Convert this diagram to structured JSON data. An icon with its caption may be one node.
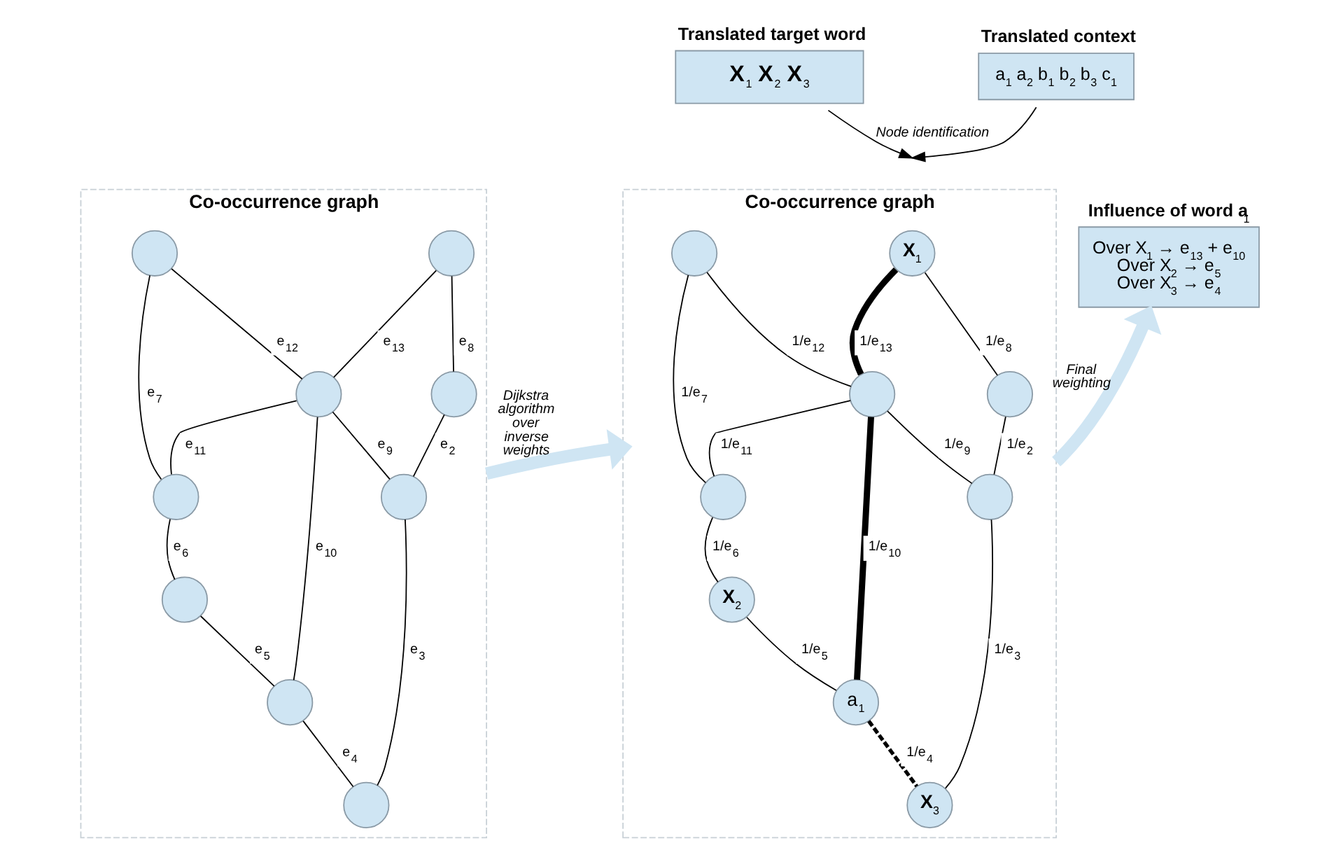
{
  "diagram": {
    "nodes": [
      {
        "text": [
          "Translated target word",
          "X$_{1}$ X$_{2}$ X$_{3}$"
        ]
      },
      {
        "text": [
          "Translated context",
          "a$_{1}$ a$_{2}$ b$_{1}$ b$_{2}$ b$_{3}$ c$_{1}$"
        ]
      },
      {
        "text": [
          "Co-occurrence graph"
        ]
      },
      {
        "text": [],
        "shape": "circle",
        "in": 2
      },
      {
        "text": [],
        "shape": "circle",
        "in": 2
      },
      {
        "text": [],
        "shape": "circle",
        "in": 2
      },
      {
        "text": [],
        "shape": "circle",
        "in": 2
      },
      {
        "text": [],
        "shape": "circle",
        "in": 2
      },
      {
        "text": [],
        "shape": "circle",
        "in": 2
      },
      {
        "text": [],
        "shape": "circle",
        "in": 2
      },
      {
        "text": [],
        "shape": "circle",
        "in": 2
      },
      {
        "text": [],
        "shape": "circle",
        "in": 2
      },
      {
        "text": [
          "Co-occurrence graph"
        ]
      },
      {
        "text": [
          "X$_{1}$"
        ],
        "in": 12
      },
      {
        "text": [],
        "shape": "circle",
        "in": 12
      },
      {
        "text": [],
        "shape": "circle",
        "in": 12
      },
      {
        "text": [],
        "shape": "circle",
        "in": 12
      },
      {
        "text": [],
        "shape": "circle",
        "in": 12
      },
      {
        "text": [],
        "shape": "circle",
        "in": 12
      },
      {
        "text": [
          "X$_{3}$"
        ],
        "in": 12
      },
      {
        "text": [
          "X$_{2}$"
        ],
        "in": 12
      },
      {
        "text": [
          "a$_{1}$"
        ],
        "in": 12
      },
      {
        "text": [
          "Influence of word a$_{1}$",
          "Over X$_{1}$ → e$_{13}$ + e$_{10}$",
          "Over X$_{2}$ → e$_{5}$",
          "Over X$_{3}$ → e$_{4}$"
        ]
      }
    ],
    "edges": [
      {
        "from": 0,
        "to": null,
        "arrow": "to",
        "label": "Node identification"
      },
      {
        "from": 1,
        "to": null,
        "arrow": "to"
      },
      {
        "from": 3,
        "to": 4,
        "arrow": "none",
        "label": "e$_{8}$"
      },
      {
        "from": 3,
        "to": 6,
        "arrow": "none",
        "label": "e$_{13}$"
      },
      {
        "from": 4,
        "to": 7,
        "arrow": "none",
        "label": "e$_{2}$"
      },
      {
        "from": 5,
        "to": 6,
        "arrow": "none",
        "label": "e$_{12}$"
      },
      {
        "from": 5,
        "to": 8,
        "arrow": "none",
        "label": "e$_{7}$"
      },
      {
        "from": 6,
        "to": 8,
        "arrow": "none",
        "label": "e$_{11}$"
      },
      {
        "from": 6,
        "to": 7,
        "arrow": "none",
        "label": "e$_{9}$"
      },
      {
        "from": 7,
        "to": 9,
        "arrow": "none",
        "label": "e$_{3}$"
      },
      {
        "from": 6,
        "to": 11,
        "arrow": "none",
        "label": "e$_{10}$"
      },
      {
        "from": 8,
        "to": 10,
        "arrow": "none",
        "label": "e$_{6}$"
      },
      {
        "from": 10,
        "to": 11,
        "arrow": "none",
        "label": "e$_{5}$"
      },
      {
        "from": 11,
        "to": 9,
        "arrow": "none",
        "label": "e$_{4}$"
      },
      {
        "from": 2,
        "to": 12,
        "arrow": "to",
        "label": "Dijkstra algorithm over inverse weights",
        "style": "thick",
        "color": "#cfe5f3"
      },
      {
        "from": 13,
        "to": 14,
        "arrow": "none",
        "label": "1/e$_{8}$"
      },
      {
        "from": 13,
        "to": 16,
        "arrow": "none",
        "label": "1/e$_{13}$",
        "style": "thick"
      },
      {
        "from": 14,
        "to": 17,
        "arrow": "none",
        "label": "1/e$_{2}$"
      },
      {
        "from": 15,
        "to": 16,
        "arrow": "none",
        "label": "1/e$_{12}$"
      },
      {
        "from": 15,
        "to": 18,
        "arrow": "none",
        "label": "1/e$_{7}$"
      },
      {
        "from": 16,
        "to": 18,
        "arrow": "none",
        "label": "1/e$_{11}$"
      },
      {
        "from": 16,
        "to": 17,
        "arrow": "none",
        "label": "1/e$_{9}$"
      },
      {
        "from": 17,
        "to": 19,
        "arrow": "none",
        "label": "1/e$_{3}$"
      },
      {
        "from": 16,
        "to": 21,
        "arrow": "none",
        "label": "1/e$_{10}$",
        "style": "thick"
      },
      {
        "from": 18,
        "to": 20,
        "arrow": "none",
        "label": "1/e$_{6}$"
      },
      {
        "from": 20,
        "to": 21,
        "arrow": "none",
        "label": "1/e$_{5}$"
      },
      {
        "from": 21,
        "to": 19,
        "arrow": "none",
        "label": "1/e$_{4}$",
        "style": "dashed"
      },
      {
        "from": 12,
        "to": 22,
        "arrow": "to",
        "label": "Final weighting",
        "style": "thick",
        "color": "#cfe5f3"
      }
    ]
  }
}
